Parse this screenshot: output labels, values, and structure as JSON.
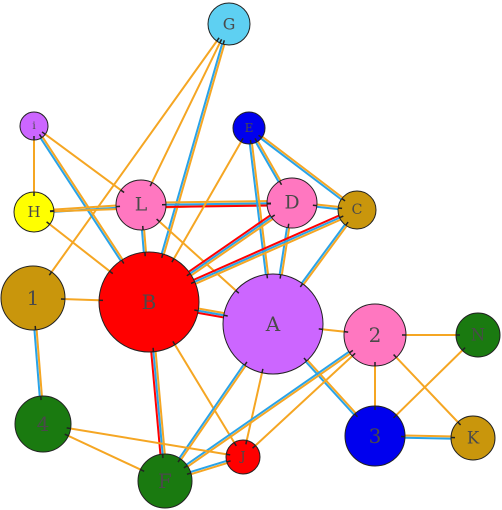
{
  "colors": {
    "orange": "#f5a623",
    "blue": "#29a3e8",
    "red": "#ff0000",
    "outline": "#222222"
  },
  "nodes": [
    {
      "id": "G",
      "label": "G",
      "color": "#5ed0f2"
    },
    {
      "id": "i",
      "label": "i",
      "color": "#cc66ff"
    },
    {
      "id": "E",
      "label": "E",
      "color": "#0000ee"
    },
    {
      "id": "H",
      "label": "H",
      "color": "#ffff00"
    },
    {
      "id": "L",
      "label": "L",
      "color": "#ff77c0"
    },
    {
      "id": "D",
      "label": "D",
      "color": "#ff77c0"
    },
    {
      "id": "C",
      "label": "C",
      "color": "#c9960c"
    },
    {
      "id": "1",
      "label": "1",
      "color": "#c9960c"
    },
    {
      "id": "B",
      "label": "B",
      "color": "#ff0000"
    },
    {
      "id": "A",
      "label": "A",
      "color": "#cc66ff"
    },
    {
      "id": "2",
      "label": "2",
      "color": "#ff77c0"
    },
    {
      "id": "N",
      "label": "N",
      "color": "#1a7a10"
    },
    {
      "id": "4",
      "label": "4",
      "color": "#1a7a10"
    },
    {
      "id": "3",
      "label": "3",
      "color": "#0000ee"
    },
    {
      "id": "K",
      "label": "K",
      "color": "#c9960c"
    },
    {
      "id": "J",
      "label": "J",
      "color": "#ff0000"
    },
    {
      "id": "F",
      "label": "F",
      "color": "#1a7a10"
    }
  ],
  "edges": [
    {
      "source": "G",
      "target": "B",
      "colors": [
        "orange",
        "blue"
      ]
    },
    {
      "source": "G",
      "target": "L",
      "colors": [
        "orange"
      ]
    },
    {
      "source": "G",
      "target": "1",
      "colors": [
        "orange"
      ]
    },
    {
      "source": "i",
      "target": "H",
      "colors": [
        "orange"
      ]
    },
    {
      "source": "i",
      "target": "L",
      "colors": [
        "orange"
      ]
    },
    {
      "source": "i",
      "target": "B",
      "colors": [
        "orange",
        "blue"
      ]
    },
    {
      "source": "H",
      "target": "L",
      "colors": [
        "orange",
        "blue"
      ]
    },
    {
      "source": "H",
      "target": "D",
      "colors": [
        "orange"
      ]
    },
    {
      "source": "H",
      "target": "B",
      "colors": [
        "orange"
      ]
    },
    {
      "source": "L",
      "target": "D",
      "colors": [
        "orange",
        "blue",
        "red"
      ]
    },
    {
      "source": "L",
      "target": "B",
      "colors": [
        "orange",
        "blue"
      ]
    },
    {
      "source": "L",
      "target": "A",
      "colors": [
        "orange"
      ]
    },
    {
      "source": "E",
      "target": "D",
      "colors": [
        "orange",
        "blue"
      ]
    },
    {
      "source": "E",
      "target": "C",
      "colors": [
        "orange",
        "blue"
      ]
    },
    {
      "source": "E",
      "target": "B",
      "colors": [
        "orange"
      ]
    },
    {
      "source": "E",
      "target": "A",
      "colors": [
        "orange",
        "blue"
      ]
    },
    {
      "source": "D",
      "target": "C",
      "colors": [
        "orange",
        "blue"
      ]
    },
    {
      "source": "D",
      "target": "B",
      "colors": [
        "orange",
        "blue",
        "red"
      ]
    },
    {
      "source": "D",
      "target": "A",
      "colors": [
        "orange",
        "blue"
      ]
    },
    {
      "source": "C",
      "target": "B",
      "colors": [
        "orange",
        "blue",
        "red"
      ]
    },
    {
      "source": "C",
      "target": "A",
      "colors": [
        "orange",
        "blue"
      ]
    },
    {
      "source": "1",
      "target": "B",
      "colors": [
        "orange"
      ]
    },
    {
      "source": "1",
      "target": "4",
      "colors": [
        "orange",
        "blue"
      ]
    },
    {
      "source": "B",
      "target": "A",
      "colors": [
        "orange",
        "blue",
        "red"
      ]
    },
    {
      "source": "B",
      "target": "F",
      "colors": [
        "orange",
        "blue",
        "red"
      ]
    },
    {
      "source": "B",
      "target": "J",
      "colors": [
        "orange"
      ]
    },
    {
      "source": "A",
      "target": "2",
      "colors": [
        "orange"
      ]
    },
    {
      "source": "A",
      "target": "3",
      "colors": [
        "orange",
        "blue"
      ]
    },
    {
      "source": "A",
      "target": "F",
      "colors": [
        "orange",
        "blue"
      ]
    },
    {
      "source": "A",
      "target": "J",
      "colors": [
        "orange"
      ]
    },
    {
      "source": "2",
      "target": "N",
      "colors": [
        "orange"
      ]
    },
    {
      "source": "2",
      "target": "3",
      "colors": [
        "orange"
      ]
    },
    {
      "source": "2",
      "target": "K",
      "colors": [
        "orange"
      ]
    },
    {
      "source": "2",
      "target": "F",
      "colors": [
        "orange",
        "blue"
      ]
    },
    {
      "source": "2",
      "target": "J",
      "colors": [
        "orange"
      ]
    },
    {
      "source": "N",
      "target": "3",
      "colors": [
        "orange"
      ]
    },
    {
      "source": "3",
      "target": "K",
      "colors": [
        "orange",
        "blue"
      ]
    },
    {
      "source": "4",
      "target": "F",
      "colors": [
        "orange"
      ]
    },
    {
      "source": "4",
      "target": "J",
      "colors": [
        "orange"
      ]
    },
    {
      "source": "J",
      "target": "F",
      "colors": [
        "orange",
        "blue"
      ]
    }
  ]
}
